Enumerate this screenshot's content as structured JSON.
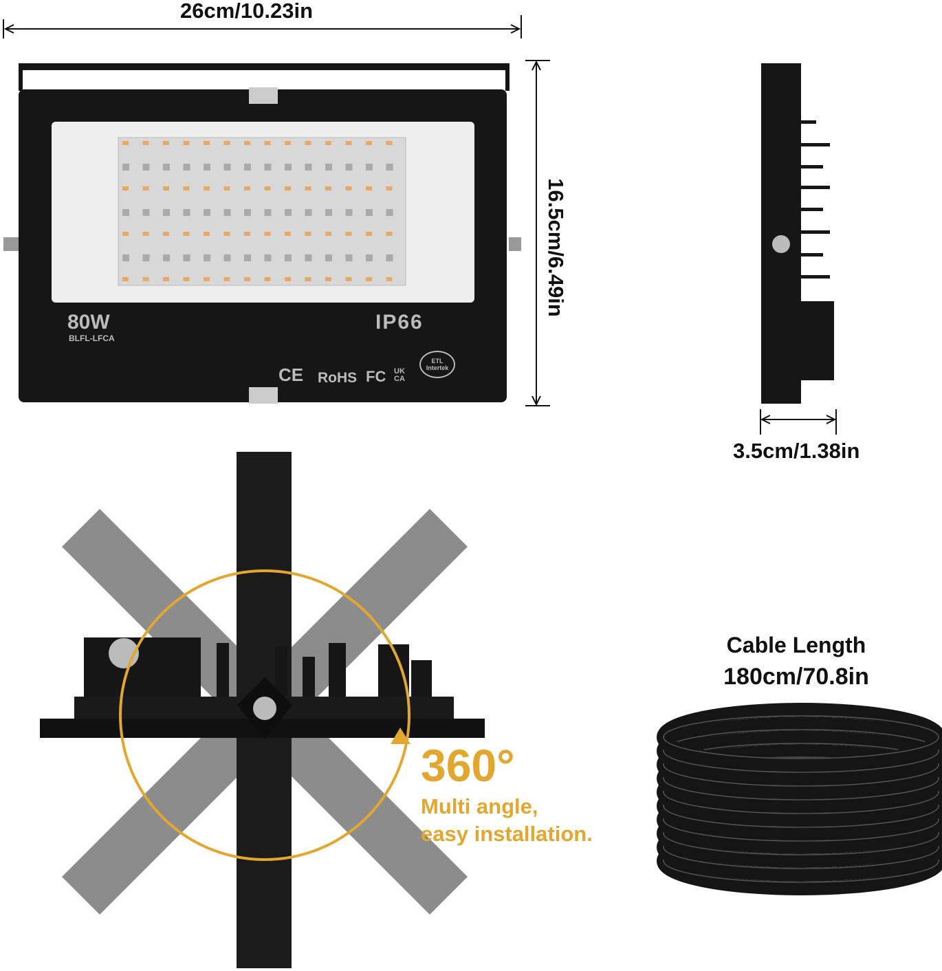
{
  "dimensions": {
    "width_label": "26cm/10.23in",
    "height_label": "16.5cm/6.49in",
    "depth_label": "3.5cm/1.38in"
  },
  "product": {
    "wattage": "80W",
    "model": "BLFL-LFCA",
    "rating": "IP66",
    "certifications": [
      "CE",
      "RoHS",
      "FC",
      "UK CA",
      "ETL Intertek"
    ]
  },
  "rotation": {
    "degrees": "360°",
    "line1": "Multi angle,",
    "line2": "easy installation."
  },
  "cable": {
    "title": "Cable Length",
    "length": "180cm/70.8in"
  },
  "colors": {
    "accent": "#e3a72f",
    "body": "#161616",
    "panel": "#eeeeee"
  }
}
